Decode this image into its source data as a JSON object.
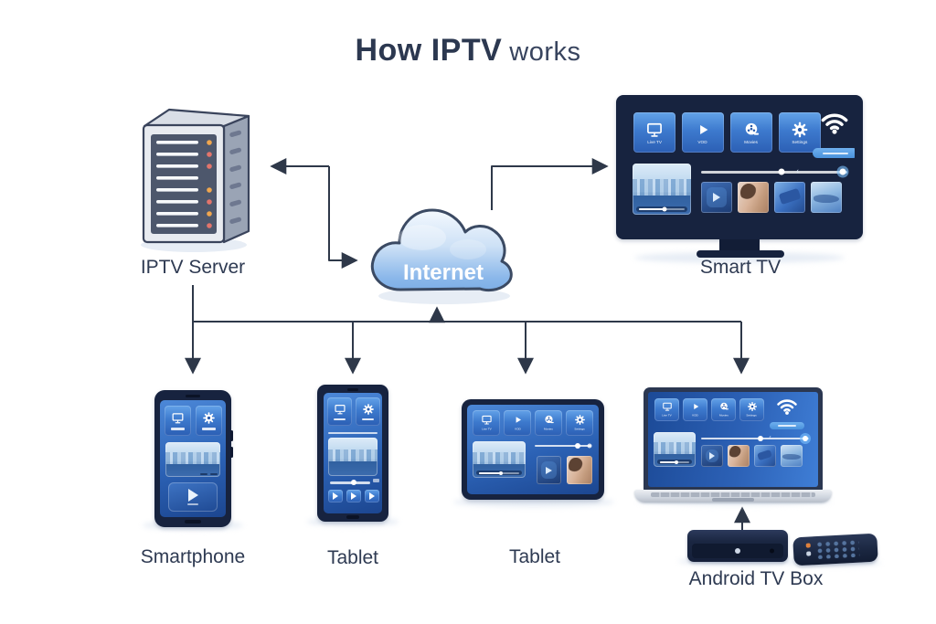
{
  "title": {
    "main": "How IPTV",
    "sub": "works"
  },
  "internet": {
    "label": "Internet"
  },
  "iptv_app": {
    "tiles": [
      "Live TV",
      "VOD",
      "Movies",
      "Settings"
    ]
  },
  "nodes": {
    "server": {
      "label": "IPTV Server"
    },
    "smart_tv": {
      "label": "Smart TV"
    },
    "smartphone": {
      "label": "Smartphone"
    },
    "tablet_portrait": {
      "label": "Tablet"
    },
    "tablet_landscape": {
      "label": "Tablet"
    },
    "android_box": {
      "label": "Android TV Box"
    }
  },
  "edges": [
    {
      "from": "internet",
      "to": "iptv-server",
      "bidirectional": true
    },
    {
      "from": "internet",
      "to": "smart-tv",
      "bidirectional": false
    },
    {
      "from": "iptv-server",
      "to": "smartphone",
      "bidirectional": false
    },
    {
      "from": "iptv-server",
      "to": "tablet-portrait",
      "bidirectional": false
    },
    {
      "from": "iptv-server",
      "to": "tablet-landscape",
      "bidirectional": false
    },
    {
      "from": "iptv-server",
      "to": "laptop",
      "bidirectional": false
    },
    {
      "from": "distribution-bus",
      "to": "internet",
      "bidirectional": false
    },
    {
      "from": "android-tv-box",
      "to": "laptop",
      "bidirectional": false
    }
  ],
  "icons": [
    "live-tv-icon",
    "vod-play-icon",
    "movies-reel-icon",
    "settings-gear-icon",
    "wifi-icon",
    "play-icon"
  ],
  "colors": {
    "label_text": "#2e3a52",
    "arrow": "#2e3849",
    "screen_blue": "#2b5cb0",
    "tile_blue": "#4a8fdd",
    "cloud_blue": "#8ab7ea",
    "device_frame": "#17233f"
  }
}
